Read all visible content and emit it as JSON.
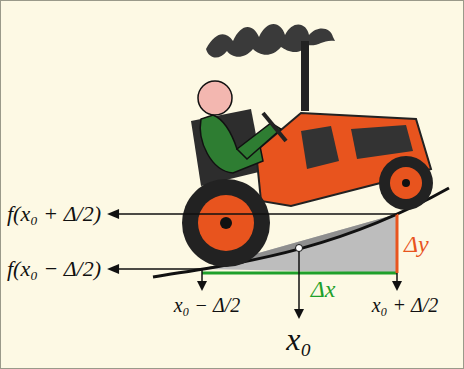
{
  "diagram": {
    "labels": [
      "f(x₀ + Δ/2)",
      "f(x₀ − Δ/2)",
      "Δy",
      "Δx",
      "x₀ − Δ/2",
      "x₀",
      "x₀ + Δ/2"
    ]
  }
}
